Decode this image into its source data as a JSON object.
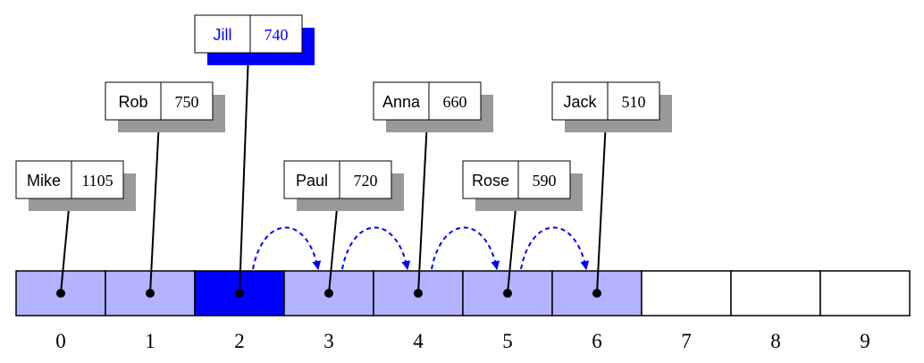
{
  "colors": {
    "filled_cell": "#b3b3ff",
    "highlight_cell": "#0000ff",
    "empty_cell": "#ffffff",
    "shadow": "#999999",
    "highlight_text": "#0000ff",
    "stroke": "#000000",
    "dashed_arrow": "#0000ff"
  },
  "array": {
    "indices": [
      "0",
      "1",
      "2",
      "3",
      "4",
      "5",
      "6",
      "7",
      "8",
      "9"
    ],
    "cells": [
      {
        "state": "filled"
      },
      {
        "state": "filled"
      },
      {
        "state": "highlight"
      },
      {
        "state": "filled"
      },
      {
        "state": "filled"
      },
      {
        "state": "filled"
      },
      {
        "state": "filled"
      },
      {
        "state": "empty"
      },
      {
        "state": "empty"
      },
      {
        "state": "empty"
      }
    ]
  },
  "records": [
    {
      "name": "Mike",
      "value": "1105",
      "cell": 0,
      "highlight": false
    },
    {
      "name": "Rob",
      "value": "750",
      "cell": 1,
      "highlight": false
    },
    {
      "name": "Jill",
      "value": "740",
      "cell": 2,
      "highlight": true
    },
    {
      "name": "Paul",
      "value": "720",
      "cell": 3,
      "highlight": false
    },
    {
      "name": "Anna",
      "value": "660",
      "cell": 4,
      "highlight": false
    },
    {
      "name": "Rose",
      "value": "590",
      "cell": 5,
      "highlight": false
    },
    {
      "name": "Jack",
      "value": "510",
      "cell": 6,
      "highlight": false
    }
  ],
  "shifts": [
    {
      "from": 2,
      "to": 3
    },
    {
      "from": 3,
      "to": 4
    },
    {
      "from": 4,
      "to": 5
    },
    {
      "from": 5,
      "to": 6
    }
  ]
}
